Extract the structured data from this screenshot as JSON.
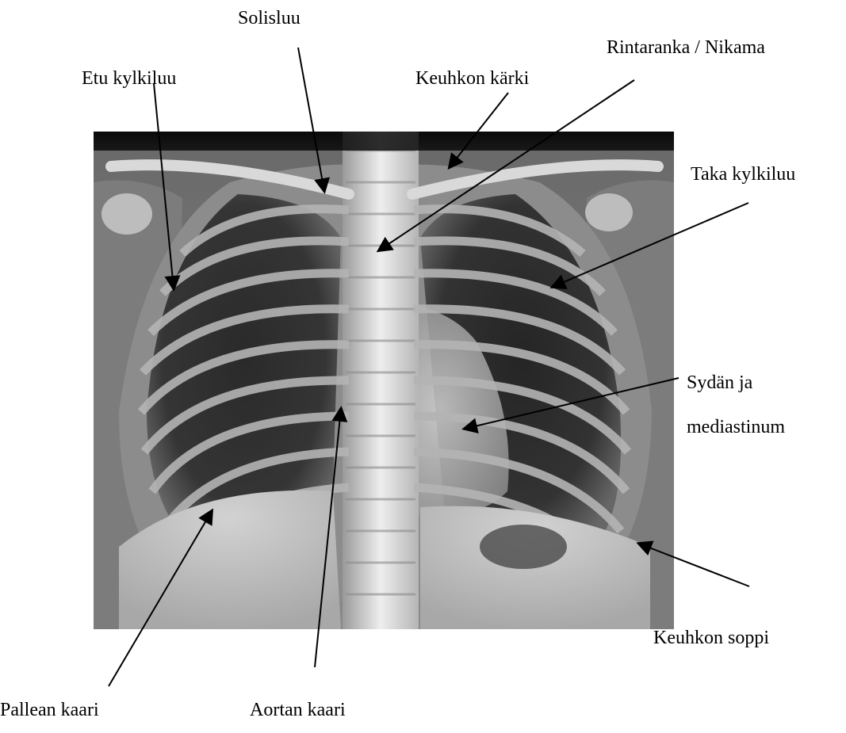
{
  "labels": {
    "solisluu": "Solisluu",
    "etu_kylkiluu": "Etu kylkiluu",
    "keuhkon_karki": "Keuhkon kärki",
    "rintaranka": "Rintaranka / Nikama",
    "taka_kylkiluu": "Taka kylkiluu",
    "sydan_line1": "Sydän ja",
    "sydan_line2": "mediastinum",
    "keuhkon_soppi": "Keuhkon soppi",
    "pallean_kaari": "Pallean kaari",
    "aortan_kaari": "Aortan kaari"
  },
  "image": {
    "subject": "chest x-ray",
    "colors": {
      "background": "#ffffff",
      "film_dark": "#141414",
      "bone_light": "#e6e6e6",
      "arrow": "#000000"
    }
  }
}
